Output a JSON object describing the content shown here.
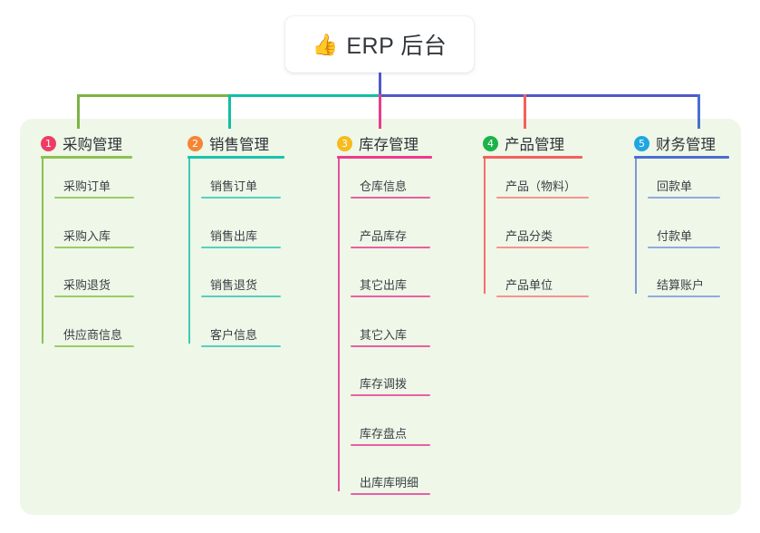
{
  "root": {
    "emoji": "👍",
    "icon_name": "thumbs-up-emoji",
    "title": "ERP 后台"
  },
  "palette": {
    "panel_bg": "#eef7e8",
    "page_bg": "#ffffff",
    "stem": "#5058c8",
    "trunk_green": "#7cb342",
    "trunk_teal": "#11bfa5",
    "trunk_blue": "#5058c8",
    "drop_green": "#7cb342",
    "drop_teal": "#11bfa5",
    "drop_pink": "#ec3a8c",
    "drop_red": "#f4605d",
    "drop_blue": "#4a6fd0"
  },
  "columns": [
    {
      "index": "1",
      "title": "采购管理",
      "badge_color": "#ef3c66",
      "rule_color": "#8cc152",
      "line_color": "#8cc152",
      "leaf_rule_color": "#9ccc65",
      "items": [
        "采购订单",
        "采购入库",
        "采购退货",
        "供应商信息"
      ]
    },
    {
      "index": "2",
      "title": "销售管理",
      "badge_color": "#f58634",
      "rule_color": "#18c3ae",
      "line_color": "#3fc9b6",
      "leaf_rule_color": "#57cfc0",
      "items": [
        "销售订单",
        "销售出库",
        "销售退货",
        "客户信息"
      ]
    },
    {
      "index": "3",
      "title": "库存管理",
      "badge_color": "#f6bb1c",
      "rule_color": "#ec3a8c",
      "line_color": "#e2519b",
      "leaf_rule_color": "#e85fa6",
      "items": [
        "仓库信息",
        "产品库存",
        "其它出库",
        "其它入库",
        "库存调拨",
        "库存盘点",
        "出库库明细"
      ]
    },
    {
      "index": "4",
      "title": "产品管理",
      "badge_color": "#1bb34a",
      "rule_color": "#f4605d",
      "line_color": "#f4706d",
      "leaf_rule_color": "#f79391",
      "items": [
        "产品（物料）",
        "产品分类",
        "产品单位"
      ]
    },
    {
      "index": "5",
      "title": "财务管理",
      "badge_color": "#1ea7e0",
      "rule_color": "#4a6fd0",
      "line_color": "#7e96da",
      "leaf_rule_color": "#93a8e0",
      "items": [
        "回款单",
        "付款单",
        "结算账户"
      ]
    }
  ]
}
